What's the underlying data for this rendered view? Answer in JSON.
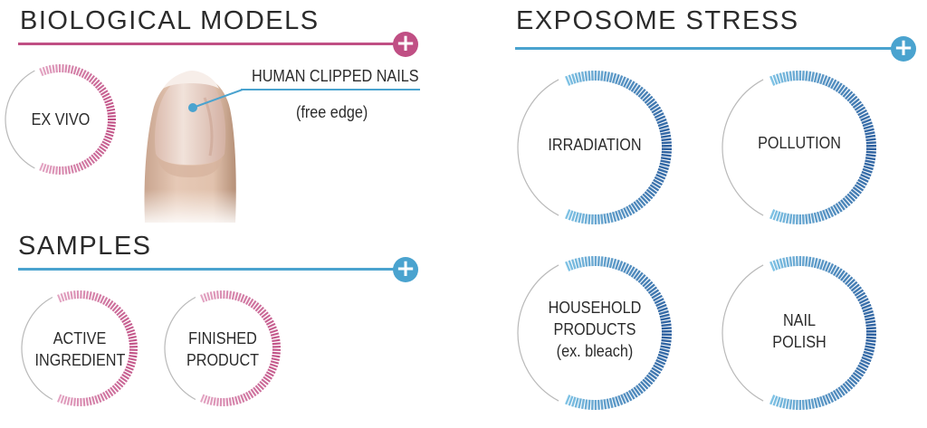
{
  "colors": {
    "pink": "#c04f84",
    "pink_light": "#e3a5c3",
    "blue": "#4aa3cf",
    "blue_dark": "#2c5f9e",
    "blue_light": "#7fc2e4",
    "gray": "#b9b9b9",
    "text": "#2b2b2b"
  },
  "biological_models": {
    "title": "BIOLOGICAL MODELS",
    "plus_icon": "plus-icon",
    "ex_vivo": {
      "lines": [
        "EX VIVO"
      ]
    },
    "nail_callout": {
      "line1": "HUMAN CLIPPED NAILS",
      "line2": "(free edge)"
    }
  },
  "samples": {
    "title": "SAMPLES",
    "plus_icon": "plus-icon",
    "items": [
      {
        "lines": [
          "ACTIVE",
          "INGREDIENT"
        ]
      },
      {
        "lines": [
          "FINISHED",
          "PRODUCT"
        ]
      }
    ]
  },
  "exposome_stress": {
    "title": "EXPOSOME STRESS",
    "plus_icon": "plus-icon",
    "items": [
      {
        "lines": [
          "IRRADIATION"
        ]
      },
      {
        "lines": [
          "POLLUTION"
        ]
      },
      {
        "lines": [
          "HOUSEHOLD",
          "PRODUCTS",
          "(ex. bleach)"
        ]
      },
      {
        "lines": [
          "NAIL",
          "POLISH"
        ]
      }
    ]
  }
}
